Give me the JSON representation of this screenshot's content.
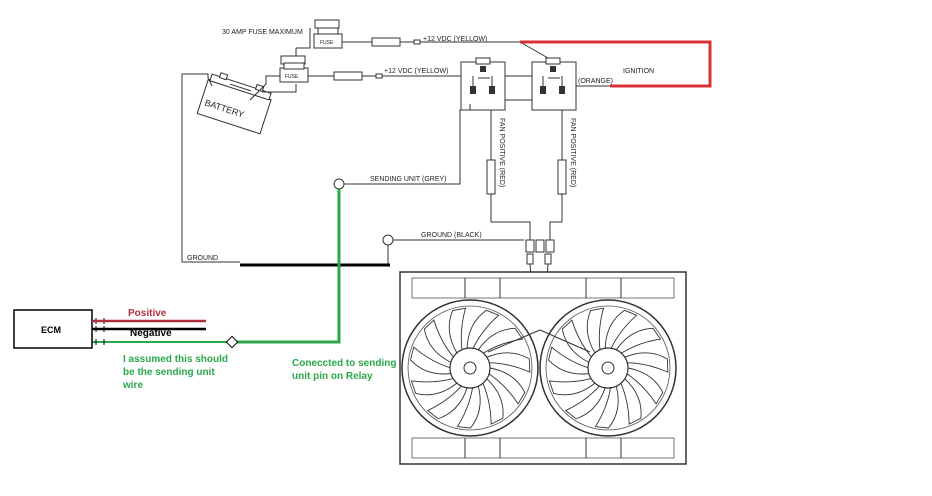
{
  "labels": {
    "fuse_max": "30 AMP FUSE MAXIMUM",
    "fuse": "FUSE",
    "vdc_yellow_top": "+12 VDC (YELLOW)",
    "vdc_yellow_mid": "+12 VDC (YELLOW)",
    "ignition": "IGNITION",
    "orange": "(ORANGE)",
    "battery": "BATTERY",
    "fan_positive": "FAN POSITIVE (RED)",
    "sending_unit": "SENDING UNIT (GREY)",
    "ground_black": "GROUND (BLACK)",
    "ground": "GROUND",
    "ecm": "ECM",
    "positive": "Positive",
    "negative": "Negative",
    "assumed_line1": "I assumed this should",
    "assumed_line2": "be the sending unit",
    "assumed_line3": "wire",
    "connected_line1": "Coneccted to sending",
    "connected_line2": "unit pin on Relay"
  },
  "colors": {
    "ignition_wire": "#d8303a",
    "positive_wire": "#b03040",
    "sending_wire": "#2aa84a",
    "ground_wire": "#000000",
    "line": "#333333"
  }
}
